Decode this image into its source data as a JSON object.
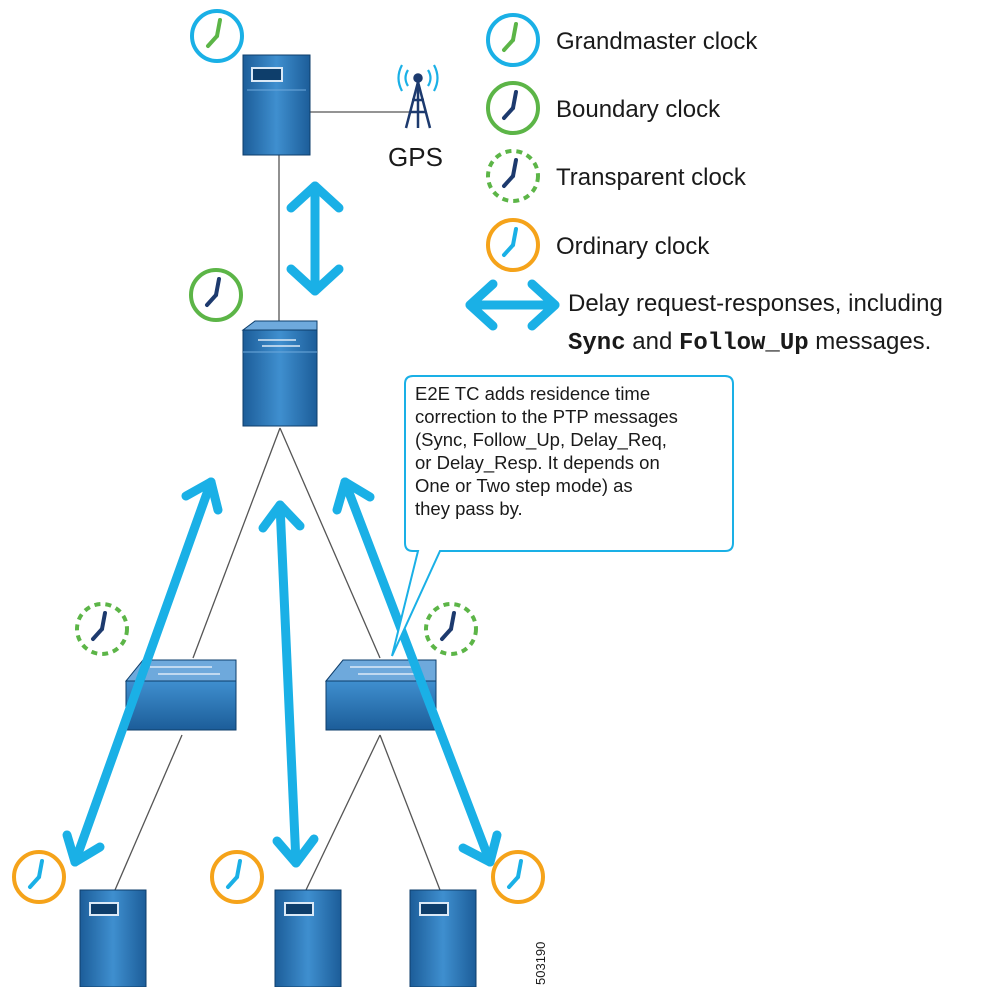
{
  "legend": {
    "grandmaster": "Grandmaster clock",
    "boundary": "Boundary clock",
    "transparent": "Transparent clock",
    "ordinary": "Ordinary clock",
    "delay_line1": "Delay request-responses, including",
    "delay_sync": "Sync",
    "delay_and": " and ",
    "delay_followup": "Follow_Up",
    "delay_end": " messages."
  },
  "gps_label": "GPS",
  "callout": {
    "lines": [
      "E2E TC adds residence time",
      "correction to the PTP messages",
      "(Sync, Follow_Up, Delay_Req,",
      "or Delay_Resp. It depends on",
      "One or Two step mode) as",
      "they pass by."
    ]
  },
  "figure_id": "503190",
  "colors": {
    "grandmaster": "#1ab0e6",
    "boundary": "#5cb547",
    "transparent": "#5cb547",
    "ordinary": "#f5a31a",
    "arrow": "#1ab0e6",
    "hands": "#1d3a6e",
    "device": "#2e77b5"
  }
}
